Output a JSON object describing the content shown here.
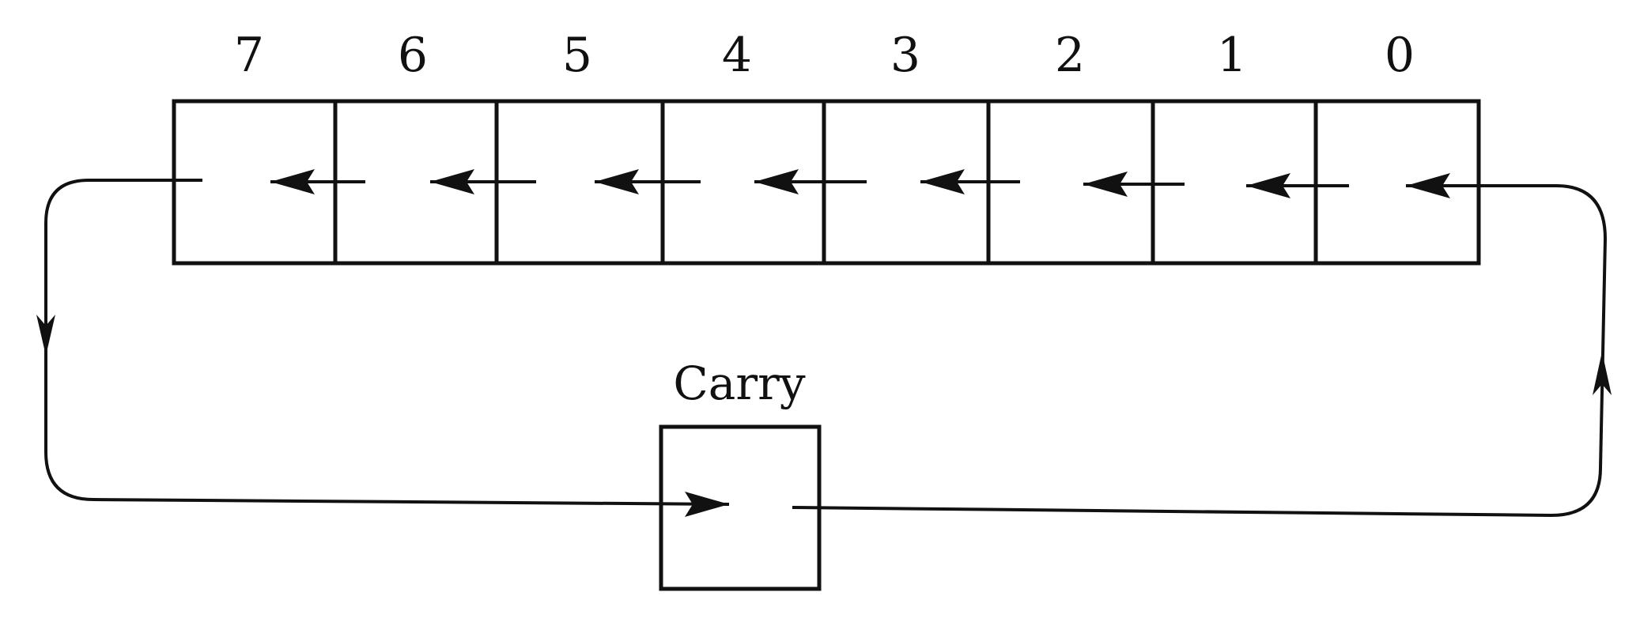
{
  "register": {
    "bits": [
      "7",
      "6",
      "5",
      "4",
      "3",
      "2",
      "1",
      "0"
    ]
  },
  "carry": {
    "label": "Carry"
  },
  "colors": {
    "line": "#111111",
    "background": "#ffffff"
  }
}
